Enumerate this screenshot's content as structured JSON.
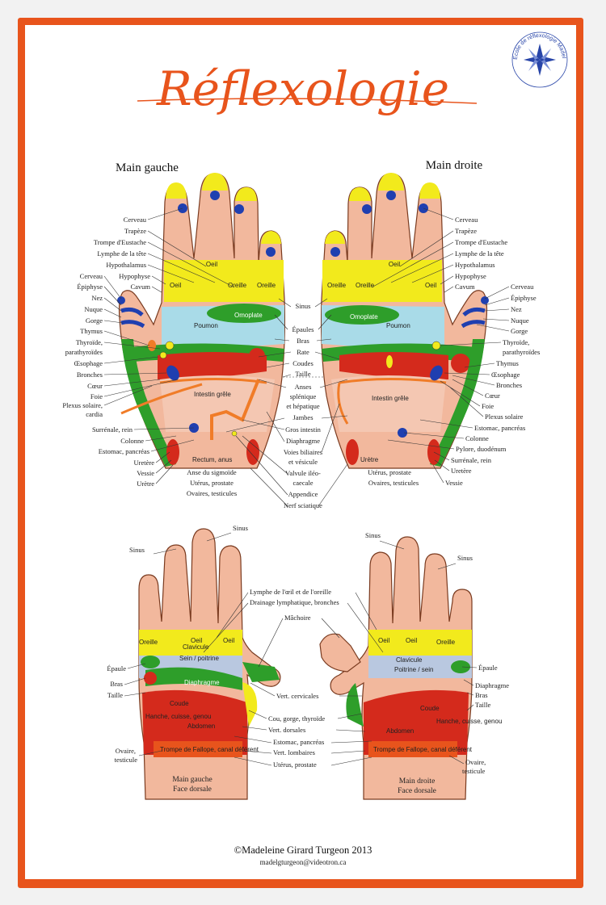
{
  "poster": {
    "title": "Réflexologie",
    "logo_text": "Ecole de réflexologie Madeleine Girard Turgeon",
    "copyright": "©Madeleine Girard Turgeon 2013",
    "email": "madelgturgeon@videotron.ca"
  },
  "colors": {
    "border": "#e8541c",
    "yellow": "#f2ea1c",
    "green": "#2e9e2a",
    "light_blue": "#a9dbe8",
    "red": "#d42a1c",
    "skin": "#f2b89d",
    "orange": "#f07c28",
    "blue": "#1f3fb0"
  },
  "palm": {
    "left_heading": "Main gauche",
    "right_heading": "Main droite",
    "zones": {
      "oeil": "Oeil",
      "oreille": "Oreille",
      "omoplate": "Omoplate",
      "poumon": "Poumon",
      "intestin": "Intestin grêle",
      "rectum": "Rectum, anus",
      "uretere": "Urètre"
    },
    "left_labels": [
      "Cerveau",
      "Trapèze",
      "Trompe d'Eustache",
      "Lymphe de la tête",
      "Hypothalamus",
      "Cerveau",
      "Hypophyse",
      "Épiphyse",
      "Cavum",
      "Nez",
      "Nuque",
      "Gorge",
      "Thymus",
      "Thyroïde,",
      "parathyroïdes",
      "Œsophage",
      "Bronches",
      "Cœur",
      "Foie",
      "Plexus solaire,",
      "cardia",
      "Surrénale, rein",
      "Colonne",
      "Estomac, pancréas",
      "Uretère",
      "Vessie",
      "Urètre"
    ],
    "center_labels": [
      "Sinus",
      "Épaules",
      "Bras",
      "Rate",
      "Coudes",
      "Taille",
      "Anses",
      "splénique",
      "et hépatique",
      "Jambes",
      "Gros intestin",
      "Diaphragme",
      "Voies biliaires",
      "et vésicule",
      "Valvule iléo-",
      "caecale",
      "Appendice",
      "Nerf sciatique"
    ],
    "center_left_labels": [
      "Anse du sigmoïde",
      "Utérus, prostate",
      "Ovaires, testicules"
    ],
    "right_labels": [
      "Cerveau",
      "Trapèze",
      "Trompe d'Eustache",
      "Lymphe de la tête",
      "Hypothalamus",
      "Hypophyse",
      "Cavum",
      "Cerveau",
      "Épiphyse",
      "Nez",
      "Nuque",
      "Gorge",
      "Thyroïde,",
      "parathyroïdes",
      "Thymus",
      "Œsophage",
      "Bronches",
      "Cœur",
      "Foie",
      "Plexus solaire",
      "Estomac, pancréas",
      "Colonne",
      "Pylore, duodénum",
      "Surrénale, rein",
      "Uretère",
      "Vessie"
    ],
    "right_bottom_labels": [
      "Utérus, prostate",
      "Ovaires, testicules"
    ]
  },
  "dorsal": {
    "zones": {
      "oreille": "Oreille",
      "oeil": "Oeil",
      "clavicule": "Clavicule",
      "sein": "Sein / poitrine",
      "poitrine": "Poitrine / sein",
      "diaphragme": "Diaphragme",
      "coude": "Coude",
      "hanche": "Hanche, cuisse, genou",
      "abdomen": "Abdomen",
      "trompe": "Trompe de Fallope, canal déférent"
    },
    "left_caption": [
      "Main gauche",
      "Face dorsale"
    ],
    "right_caption": [
      "Main droite",
      "Face dorsale"
    ],
    "left_labels": [
      "Sinus",
      "Sinus",
      "Épaule",
      "Bras",
      "Taille",
      "Ovaire,",
      "testicule"
    ],
    "center_labels": [
      "Lymphe de l'œil et de l'oreille",
      "Drainage lymphatique, bronches",
      "Mâchoire",
      "Vert. cervicales",
      "Cou, gorge, thyroïde",
      "Vert. dorsales",
      "Estomac, pancréas",
      "Vert. lombaires",
      "Utérus, prostate"
    ],
    "right_labels": [
      "Sinus",
      "Sinus",
      "Épaule",
      "Diaphragme",
      "Bras",
      "Taille",
      "Ovaire,",
      "testicule"
    ]
  }
}
